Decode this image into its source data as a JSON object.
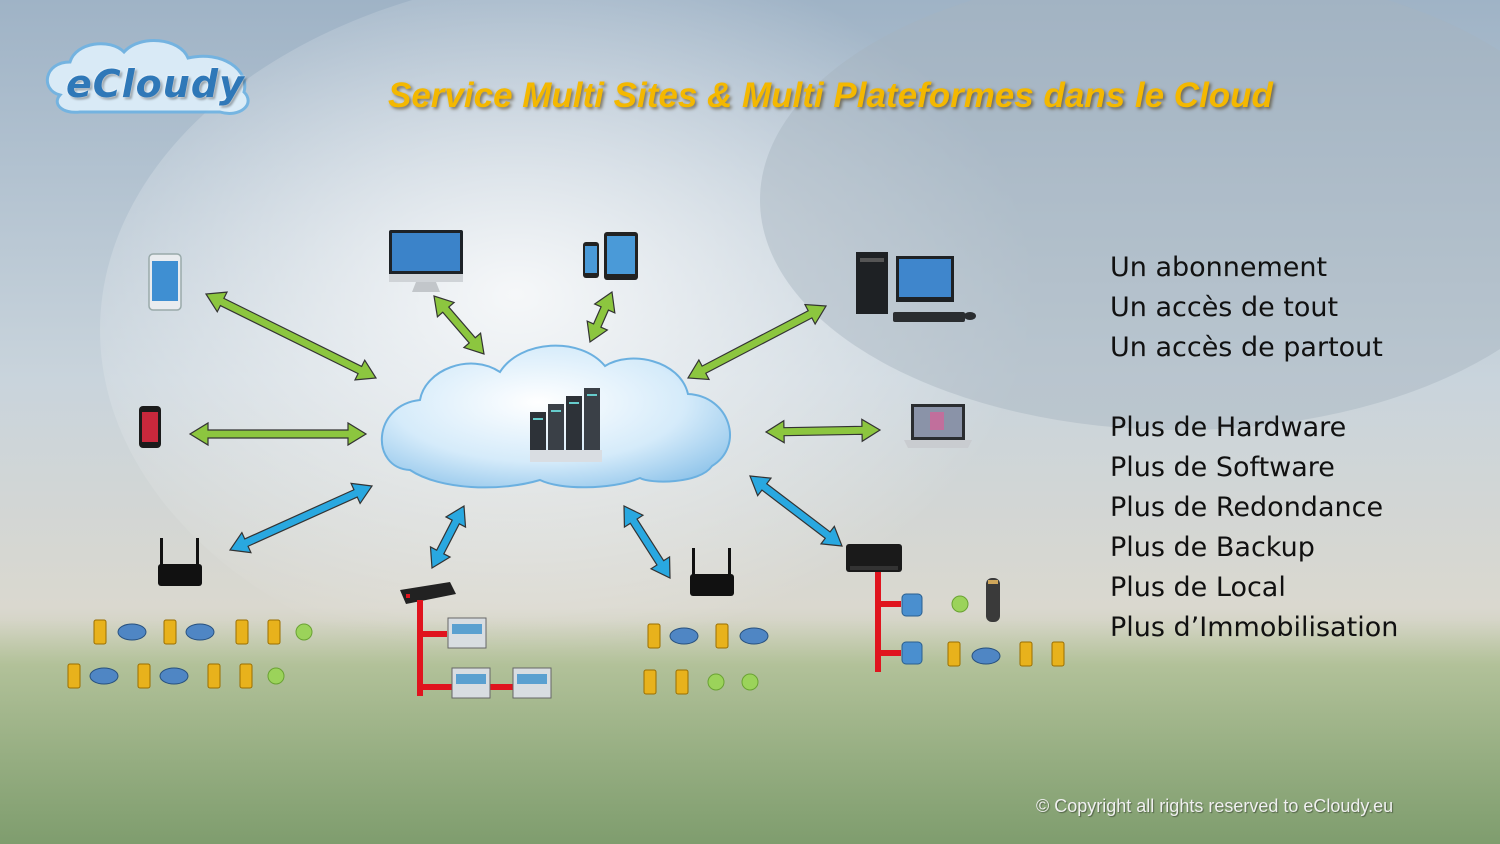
{
  "brand": {
    "logo_text": "eCloudy"
  },
  "title": "Service Multi Sites & Multi Plateformes dans le Cloud",
  "features": {
    "group1": [
      "Un abonnement",
      "Un accès de tout",
      "Un accès de partout"
    ],
    "group2": [
      "Plus de Hardware",
      "Plus de Software",
      "Plus de Redondance",
      "Plus de Backup",
      "Plus de Local",
      "Plus d’Immobilisation"
    ]
  },
  "copyright": "© Copyright all rights reserved to eCloudy.eu",
  "colors": {
    "device_arrow": "#8cc63f",
    "site_arrow": "#29a8e0",
    "bus": "#e0141e",
    "title": "#f4b800"
  },
  "icons": {
    "devices": [
      "tablet-icon",
      "imac-icon",
      "phone-and-tablet-icon",
      "desktop-pc-icon",
      "smartphone-icon",
      "laptop-icon"
    ],
    "center": [
      "cloud-icon",
      "server-rack-icon"
    ],
    "sites": [
      "router-icon",
      "gateway-box-icon",
      "sensor-icon",
      "valve-icon"
    ]
  }
}
